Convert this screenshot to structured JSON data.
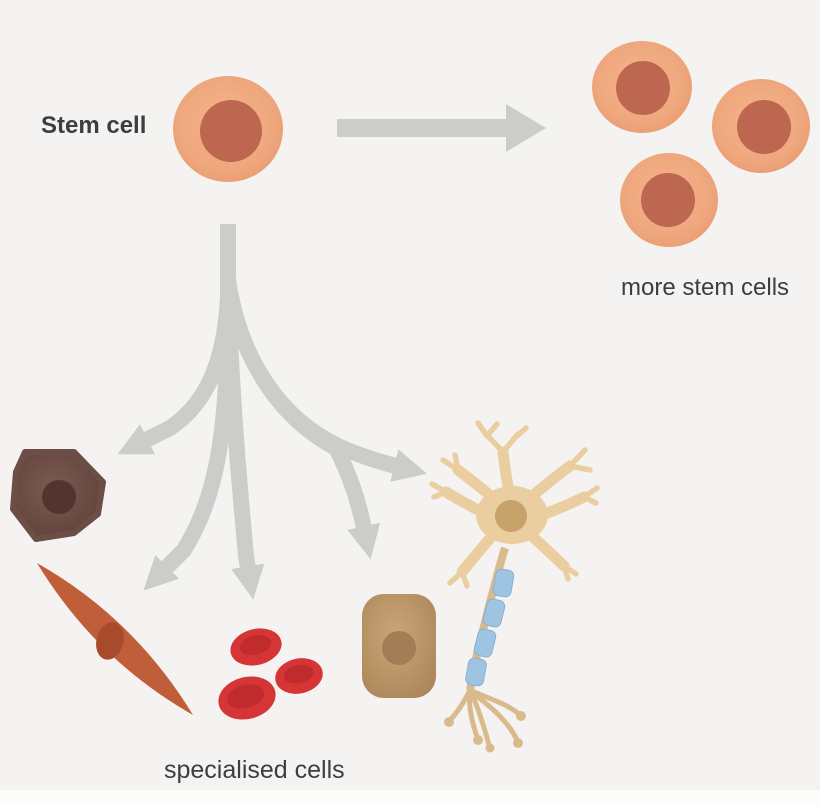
{
  "labels": {
    "stem_cell": "Stem cell",
    "more_stem_cells": "more stem cells",
    "specialised_cells": "specialised cells"
  },
  "colors": {
    "background": "#f4f3f1",
    "text": "#3e3e3e",
    "arrow": "#cccccb",
    "stem_cell_body": "#efa87e",
    "stem_cell_nucleus": "#bd6751",
    "brown_cell_body": "#6d4e46",
    "brown_cell_nucleus": "#51352e",
    "muscle_cell_body": "#c05e3a",
    "muscle_cell_nucleus": "#a84b2c",
    "red_blood_cell_body": "#d53635",
    "red_blood_cell_center": "#c02b2d",
    "skin_cell_body": "#c09b6f",
    "skin_cell_nucleus": "#a37d55",
    "nerve_cell_body": "#ebce9f",
    "nerve_cell_nucleus": "#c7a26a",
    "nerve_axon": "#d9ba8c",
    "myelin": "#9fc4e2"
  },
  "icons": {
    "stem_cell": "stem-cell-icon",
    "arrow_right": "arrow-right-icon",
    "branching_arrows": "branching-arrows-icon",
    "brown_cell": "brown-cell-icon",
    "muscle_cell": "muscle-cell-icon",
    "red_blood_cells": "red-blood-cells-icon",
    "skin_cell": "skin-cell-icon",
    "nerve_cell": "nerve-cell-icon"
  }
}
